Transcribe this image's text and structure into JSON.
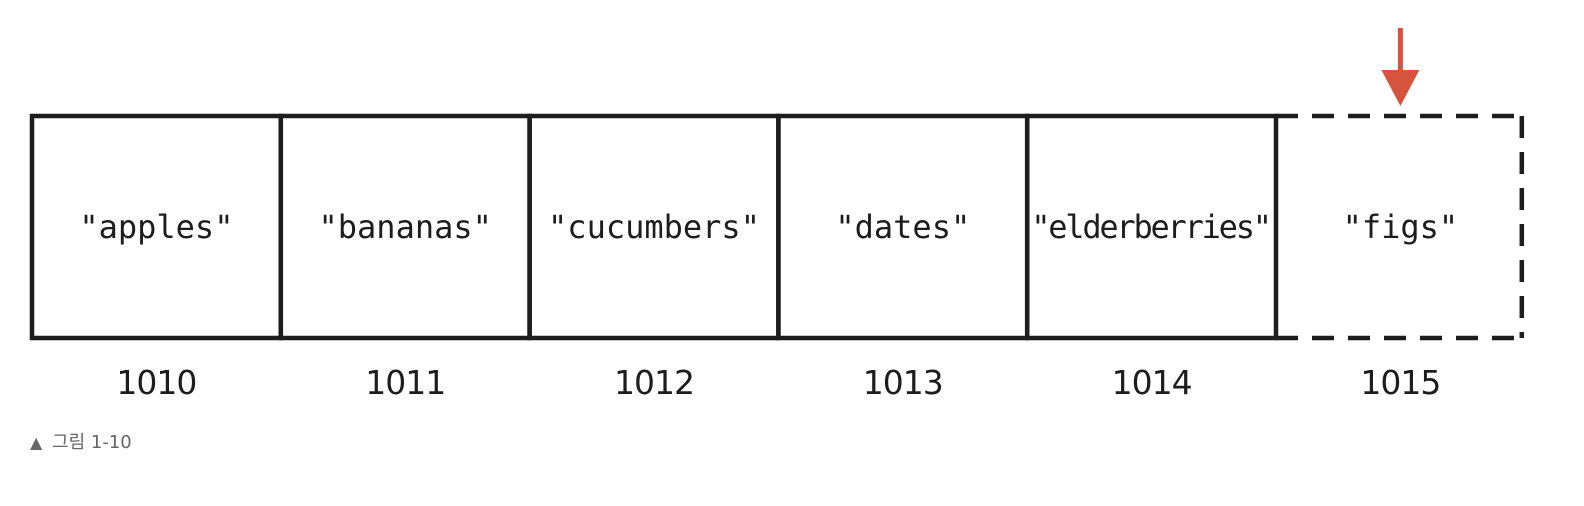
{
  "array": {
    "cells": [
      {
        "value": "\"apples\"",
        "address": "1010",
        "style": "solid"
      },
      {
        "value": "\"bananas\"",
        "address": "1011",
        "style": "solid"
      },
      {
        "value": "\"cucumbers\"",
        "address": "1012",
        "style": "solid"
      },
      {
        "value": "\"dates\"",
        "address": "1013",
        "style": "solid"
      },
      {
        "value": "\"elderberries\"",
        "address": "1014",
        "style": "solid"
      },
      {
        "value": "\"figs\"",
        "address": "1015",
        "style": "dashed"
      }
    ],
    "pointer_cell_index": 5
  },
  "caption": {
    "marker": "▲",
    "text": "그림 1-10"
  },
  "colors": {
    "line": "#1d1d1d",
    "arrow": "#d6543d",
    "caption": "#666666"
  }
}
